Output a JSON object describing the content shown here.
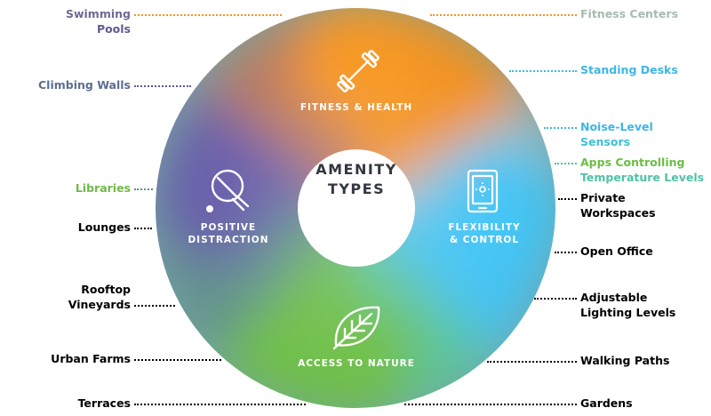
{
  "center": {
    "line1": "AMENITY",
    "line2": "TYPES"
  },
  "sections": {
    "fitness": {
      "label": "FITNESS & HEALTH",
      "icon": "dumbbell-icon"
    },
    "flexibility": {
      "line1": "FLEXIBILITY",
      "line2": "& CONTROL",
      "icon": "tablet-icon"
    },
    "nature": {
      "label": "ACCESS TO NATURE",
      "icon": "leaf-icon"
    },
    "distraction": {
      "line1": "POSITIVE",
      "line2": "DISTRACTION",
      "icon": "ping-pong-paddle-icon"
    }
  },
  "colors": {
    "orange": "#f7941d",
    "sky": "#3fc1f3",
    "green": "#6cbe45",
    "purple": "#675ba7",
    "center_text": "#33373f"
  },
  "left_labels": [
    {
      "lines": [
        "Swimming",
        "Pools"
      ],
      "color": "#f7941d"
    },
    {
      "lines": [
        "Climbing Walls"
      ],
      "color": "#6e6a96"
    },
    {
      "lines": [
        "Libraries"
      ],
      "color": "#5f5b92"
    },
    {
      "lines": [
        "Lounges"
      ],
      "color": "#5f5b92"
    },
    {
      "lines": [
        "Rooftop",
        "Vineyards"
      ],
      "color": "#5e6e8e"
    },
    {
      "lines": [
        "Urban Farms"
      ],
      "color": "#628b88"
    },
    {
      "lines": [
        "Terraces"
      ],
      "color": "#72b84a"
    }
  ],
  "right_labels": [
    {
      "lines": [
        "Fitness Centers"
      ],
      "color": "#f7941d"
    },
    {
      "lines": [
        "Standing Desks"
      ],
      "color": "#a6bcb0"
    },
    {
      "lines": [
        "Noise-Level",
        "Sensors"
      ],
      "color": "#3fb6e6"
    },
    {
      "lines": [
        "Apps Controlling",
        "Temperature Levels"
      ],
      "color": "#3fb6e6"
    },
    {
      "lines": [
        "Private",
        "Workspaces"
      ],
      "color": "#3fb6e6"
    },
    {
      "lines": [
        "Open Office"
      ],
      "color": "#3fb6e6"
    },
    {
      "lines": [
        "Adjustable",
        "Lighting Levels"
      ],
      "color": "#3fbfd6"
    },
    {
      "lines": [
        "Walking Paths"
      ],
      "color": "#52c0a8"
    },
    {
      "lines": [
        "Gardens"
      ],
      "color": "#6cbe45"
    }
  ]
}
